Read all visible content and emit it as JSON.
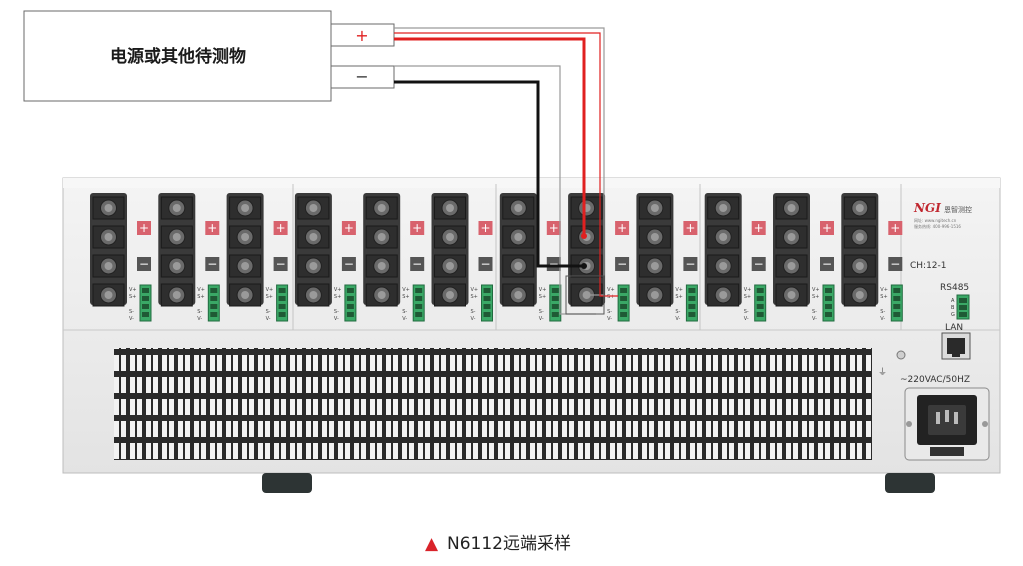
{
  "dut_box": {
    "label": "电源或其他待测物"
  },
  "terminals": {
    "plus": "+",
    "minus": "−"
  },
  "device": {
    "brand": "NGI",
    "brand_cn": "恩智测控",
    "brand_small_1": "网址: www.ngitech.cn",
    "brand_small_2": "服务热线: 400-996-1516",
    "channel_id": "CH:12-1",
    "rs485_label": "RS485",
    "rs485_pins": [
      "A",
      "B",
      "G"
    ],
    "lan_label": "LAN",
    "power_label": "~220VAC/50HZ",
    "slot_plus": "+",
    "slot_minus": "−",
    "sense_pins_top": [
      "V+",
      "S+"
    ],
    "sense_pins_bottom": [
      "S-",
      "V-"
    ]
  },
  "caption": {
    "marker": "▲",
    "text": "N6112远端采样"
  },
  "colors": {
    "wire_positive": "#e02020",
    "wire_negative": "#111111",
    "sense_wire": "#9a9a9a",
    "caption_marker": "#d9232a",
    "chassis": "#efefef",
    "terminal": "#2e2e2e",
    "plus_badge": "#d8626d",
    "minus_badge": "#555555",
    "connector_green": "#3aa866",
    "logo_red": "#c0262e"
  }
}
